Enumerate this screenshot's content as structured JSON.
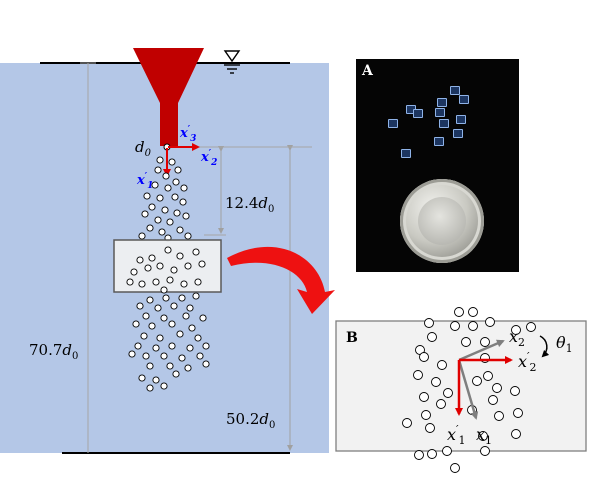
{
  "labels": {
    "d0": "d0",
    "x3_prime": "x'3",
    "x2_prime": "x'2",
    "x1_prime": "x'1",
    "dist_top": "12.4d0",
    "dist_total": "70.7d0",
    "dist_bottom": "50.2d0"
  },
  "panel_a": {
    "label": "A"
  },
  "panel_b": {
    "label": "B",
    "x2": "x2",
    "x2_prime": "x'2",
    "x1": "x1",
    "x1_prime": "x'1",
    "theta": "θ1"
  },
  "colors": {
    "water": "#b4c7e7",
    "nozzle": "#c00000",
    "axis_red": "#e00000",
    "axis_gray": "#7f7f7f",
    "axis_blue": "#0000ff",
    "box_fill": "#f2f2f2",
    "arrow_red": "#ee1111"
  },
  "icons": [
    "water-surface-icon",
    "curved-arrow-icon",
    "rotation-arrow-icon"
  ]
}
